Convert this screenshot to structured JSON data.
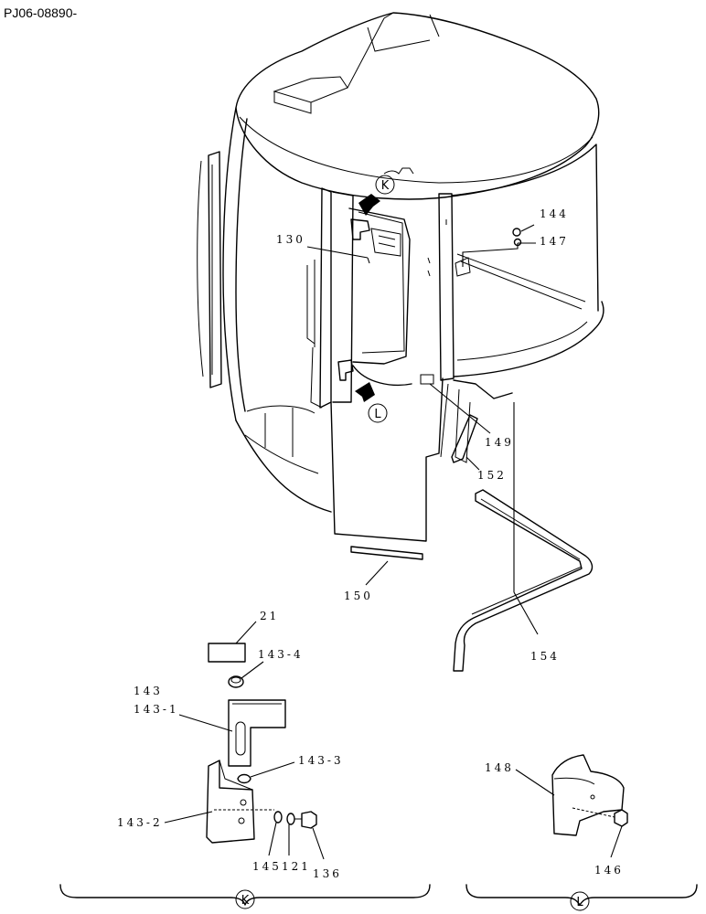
{
  "doc_id": "PJ06-08890-",
  "views": {
    "k": "K",
    "l": "L"
  },
  "parts": {
    "p21": "21",
    "p130": "130",
    "p136": "136",
    "p143": "143",
    "p143_1": "143-1",
    "p143_2": "143-2",
    "p143_3": "143-3",
    "p143_4": "143-4",
    "p144": "144",
    "p145": "145",
    "p146": "146",
    "p147": "147",
    "p148": "148",
    "p149": "149",
    "p150": "150",
    "p152": "152",
    "p154": "154",
    "p121": "121"
  }
}
